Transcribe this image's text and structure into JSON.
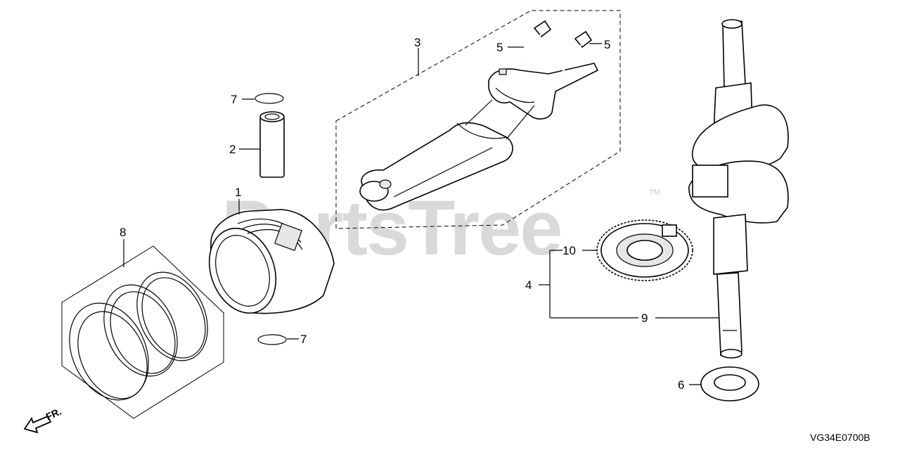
{
  "watermark": {
    "text": "PartsTree",
    "trademark": "™"
  },
  "callouts": {
    "c1": "1",
    "c2": "2",
    "c3": "3",
    "c4": "4",
    "c5a": "5",
    "c5b": "5",
    "c6": "6",
    "c7a": "7",
    "c7b": "7",
    "c8": "8",
    "c9": "9",
    "c10": "10"
  },
  "front_indicator": "FR.",
  "diagram_code": "VG34E0700B",
  "parts": [
    {
      "id": "piston",
      "ref": "1"
    },
    {
      "id": "piston-pin",
      "ref": "2"
    },
    {
      "id": "connecting-rod-set",
      "ref": "3"
    },
    {
      "id": "crankshaft-assembly",
      "ref": "4"
    },
    {
      "id": "rod-bolt",
      "ref": "5"
    },
    {
      "id": "thrust-washer",
      "ref": "6"
    },
    {
      "id": "pin-clip",
      "ref": "7"
    },
    {
      "id": "piston-ring-set",
      "ref": "8"
    },
    {
      "id": "crankshaft",
      "ref": "9"
    },
    {
      "id": "timing-gear",
      "ref": "10"
    }
  ]
}
